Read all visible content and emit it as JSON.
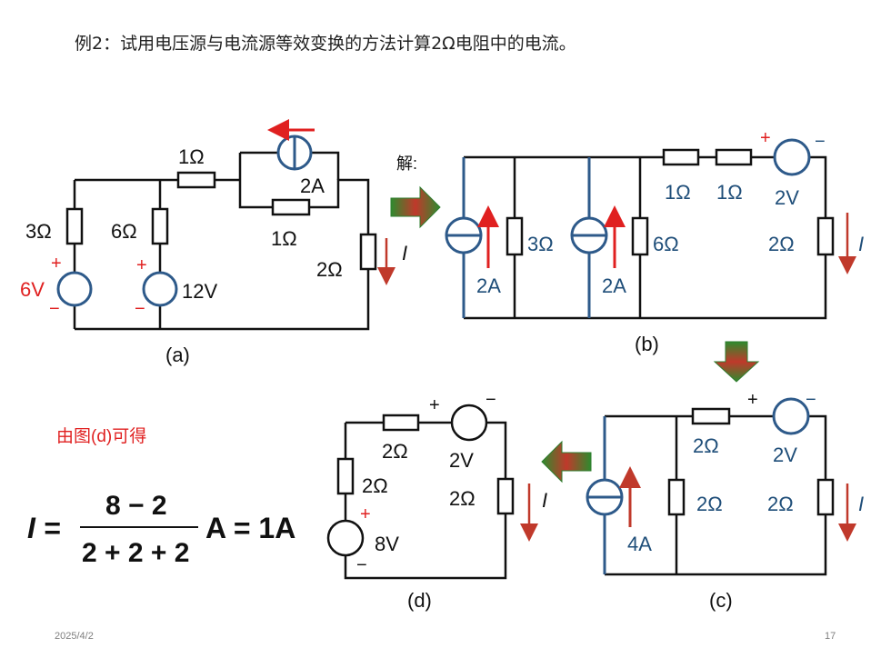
{
  "title": "例2：试用电压源与电流源等效变换的方法计算2Ω电阻中的电流。",
  "solution_label": "解:",
  "conclusion_label": "由图(d)可得",
  "equation": {
    "lhs": "I =",
    "numerator": "8 − 2",
    "denominator": "2 + 2 + 2",
    "result": "A = 1A"
  },
  "circuits": {
    "a": {
      "caption": "(a)",
      "r_series": "1Ω",
      "cs_value": "2A",
      "r_parallel": "1Ω",
      "r_left": "3Ω",
      "r_mid": "6Ω",
      "v_left": "6V",
      "v_mid": "12V",
      "r_load": "2Ω",
      "current": "I",
      "plus": "+",
      "minus": "−"
    },
    "b": {
      "caption": "(b)",
      "cs1": "2A",
      "r1": "3Ω",
      "cs2": "2A",
      "r2": "6Ω",
      "r_s1": "1Ω",
      "r_s2": "1Ω",
      "v": "2V",
      "r_load": "2Ω",
      "current": "I",
      "plus": "+",
      "minus": "−"
    },
    "c": {
      "caption": "(c)",
      "cs": "4A",
      "r_par": "2Ω",
      "r_series": "2Ω",
      "v": "2V",
      "r_load": "2Ω",
      "current": "I",
      "plus": "+",
      "minus": "−"
    },
    "d": {
      "caption": "(d)",
      "r_top": "2Ω",
      "v_top": "2V",
      "r_left": "2Ω",
      "v_src": "8V",
      "r_load": "2Ω",
      "current": "I",
      "plus": "+",
      "minus": "−"
    }
  },
  "footer": {
    "date": "2025/4/2",
    "page": "17"
  },
  "colors": {
    "wire": "#111111",
    "source_blue": "#2e5a8a",
    "red": "#e02020",
    "label_blue": "#1f4e79",
    "arrow_red": "#c0392b",
    "arrow_green": "#2e8b2e"
  }
}
